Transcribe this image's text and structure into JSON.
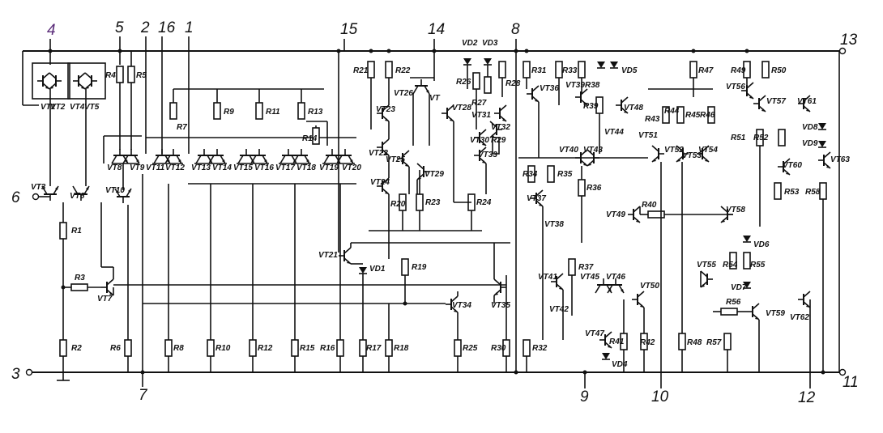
{
  "pins": {
    "p1": "1",
    "p2": "2",
    "p3": "3",
    "p4": "4",
    "p5": "5",
    "p6": "6",
    "p7": "7",
    "p8": "8",
    "p9": "9",
    "p10": "10",
    "p11": "11",
    "p12": "12",
    "p13": "13",
    "p14": "14",
    "p15": "15",
    "p16": "16"
  },
  "transistors": {
    "vt1": "VT1",
    "vt2": "VT2",
    "vt3": "VT3",
    "vt4": "VT4",
    "vt5": "VT5",
    "vt6": "VT6",
    "vt7": "VT7",
    "vt8": "VT8",
    "vt9": "VT9",
    "vt10": "VT10",
    "vt11": "VT11",
    "vt12": "VT12",
    "vt13": "VT13",
    "vt14": "VT14",
    "vt15": "VT15",
    "vt16": "VT16",
    "vt17": "VT17",
    "vt18": "VT18",
    "vt19": "VT19",
    "vt20": "VT20",
    "vt21": "VT21",
    "vt22": "VT22",
    "vt23": "VT23",
    "vt24": "VT24",
    "vt25": "VT25",
    "vt26": "VT26",
    "vt27": "VT",
    "vt28": "VT28",
    "vt29": "VT29",
    "vt30": "VT30",
    "vt31": "VT31",
    "vt32": "VT32",
    "vt33": "VT33",
    "vt34": "VT34",
    "vt35": "VT35",
    "vt36": "VT36",
    "vt37": "VT37",
    "vt38": "VT38",
    "vt39": "VT39",
    "vt40": "VT40",
    "vt41": "VT41",
    "vt42": "VT42",
    "vt43": "VT43",
    "vt44": "VT44",
    "vt45": "VT45",
    "vt46": "VT46",
    "vt47": "VT47",
    "vt48": "VT48",
    "vt49": "VT49",
    "vt50": "VT50",
    "vt51": "VT51",
    "vt52": "VT52",
    "vt53": "VT53",
    "vt54": "VT54",
    "vt55": "VT55",
    "vt56": "VT56",
    "vt57": "VT57",
    "vt58": "VT58",
    "vt59": "VT59",
    "vt60": "VT60",
    "vt61": "VT61",
    "vt62": "VT62",
    "vt63": "VT63"
  },
  "resistors": {
    "r1": "R1",
    "r2": "R2",
    "r3": "R3",
    "r4": "R4",
    "r5": "R5",
    "r6": "R6",
    "r7": "R7",
    "r8": "R8",
    "r9": "R9",
    "r10": "R10",
    "r11": "R11",
    "r12": "R12",
    "r13": "R13",
    "r14": "R14",
    "r15": "R15",
    "r16": "R16",
    "r17": "R17",
    "r18": "R18",
    "r19": "R19",
    "r20": "R20",
    "r21": "R21",
    "r22": "R22",
    "r23": "R23",
    "r24": "R24",
    "r25": "R25",
    "r26": "R26",
    "r27": "R27",
    "r28": "R28",
    "r29": "R29",
    "r30": "R30",
    "r31": "R31",
    "r32": "R32",
    "r33": "R33",
    "r34": "R34",
    "r35": "R35",
    "r36": "R36",
    "r37": "R37",
    "r38": "R38",
    "r39": "R39",
    "r40": "R40",
    "r41": "R41",
    "r42": "R42",
    "r43": "R43",
    "r44": "R44",
    "r45": "R45",
    "r46": "R46",
    "r47": "R47",
    "r48": "R48",
    "r49": "R49",
    "r50": "R50",
    "r51": "R51",
    "r52": "R52",
    "r53": "R53",
    "r54": "R54",
    "r55": "R55",
    "r56": "R56",
    "r57": "R57",
    "r58": "R58"
  },
  "diodes": {
    "vd1": "VD1",
    "vd2": "VD2",
    "vd3": "VD3",
    "vd4": "VD4",
    "vd5": "VD5",
    "vd6": "VD6",
    "vd7": "VD7",
    "vd8": "VD8",
    "vd9": "VD9"
  }
}
